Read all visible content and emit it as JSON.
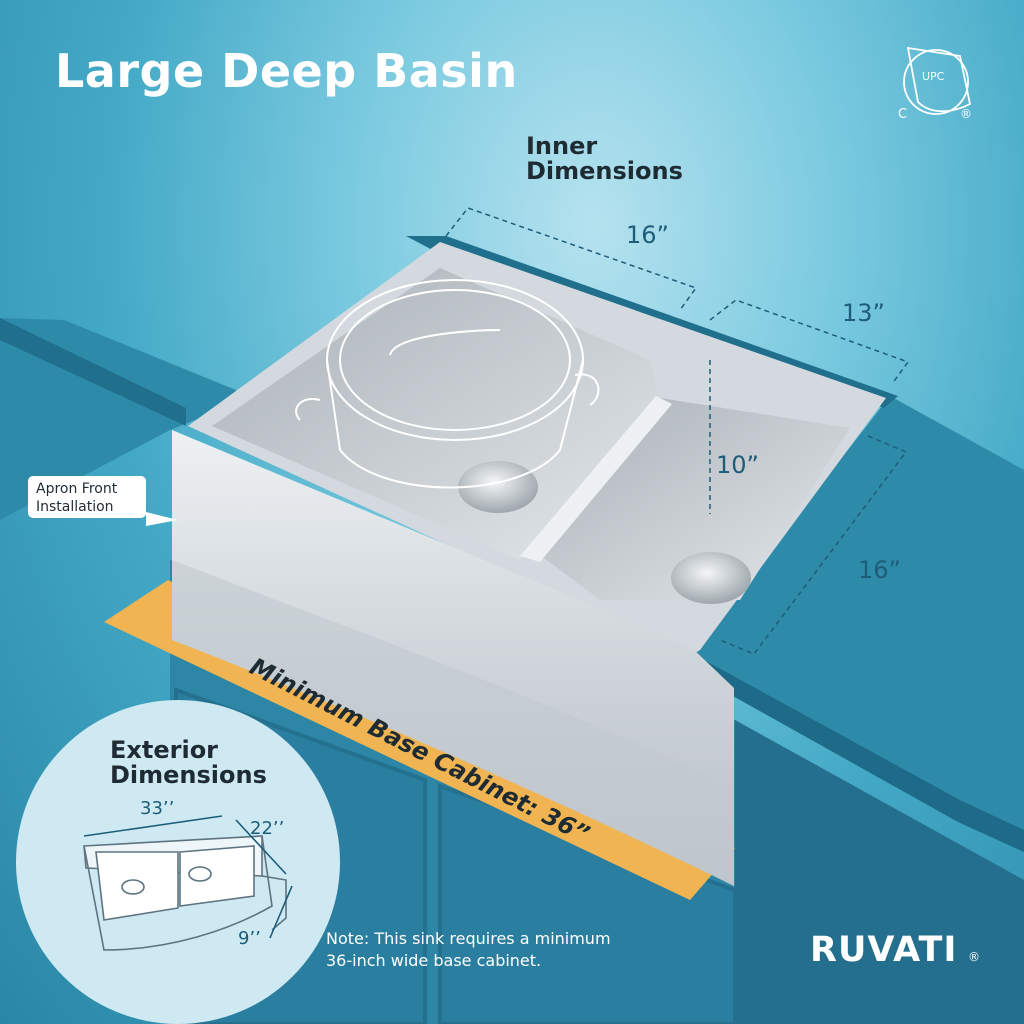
{
  "title": "Large Deep Basin",
  "certification": {
    "top": "UPC",
    "left": "C",
    "right": "®"
  },
  "inner_dimensions": {
    "heading_1": "Inner",
    "heading_2": "Dimensions",
    "length_left": "16”",
    "width_right": "13”",
    "depth": "10”",
    "length_right": "16”"
  },
  "apron_label": {
    "line_1": "Apron Front",
    "line_2": "Installation"
  },
  "cabinet_banner": "Minimum Base Cabinet: 36”",
  "exterior_dimensions": {
    "heading_1": "Exterior",
    "heading_2": "Dimensions",
    "length": "33’’",
    "width": "22’’",
    "apron_height": "9’’"
  },
  "note": {
    "line_1": "Note: This sink requires a minimum",
    "line_2": "36-inch wide base cabinet."
  },
  "brand": {
    "name": "RUVATI",
    "mark": "®"
  },
  "colors": {
    "background": "#43a9c6",
    "cabinet": "#2d86a5",
    "banner": "#f0b552",
    "steel": "#d8dde1",
    "dimension_text": "#1d5d7a"
  }
}
